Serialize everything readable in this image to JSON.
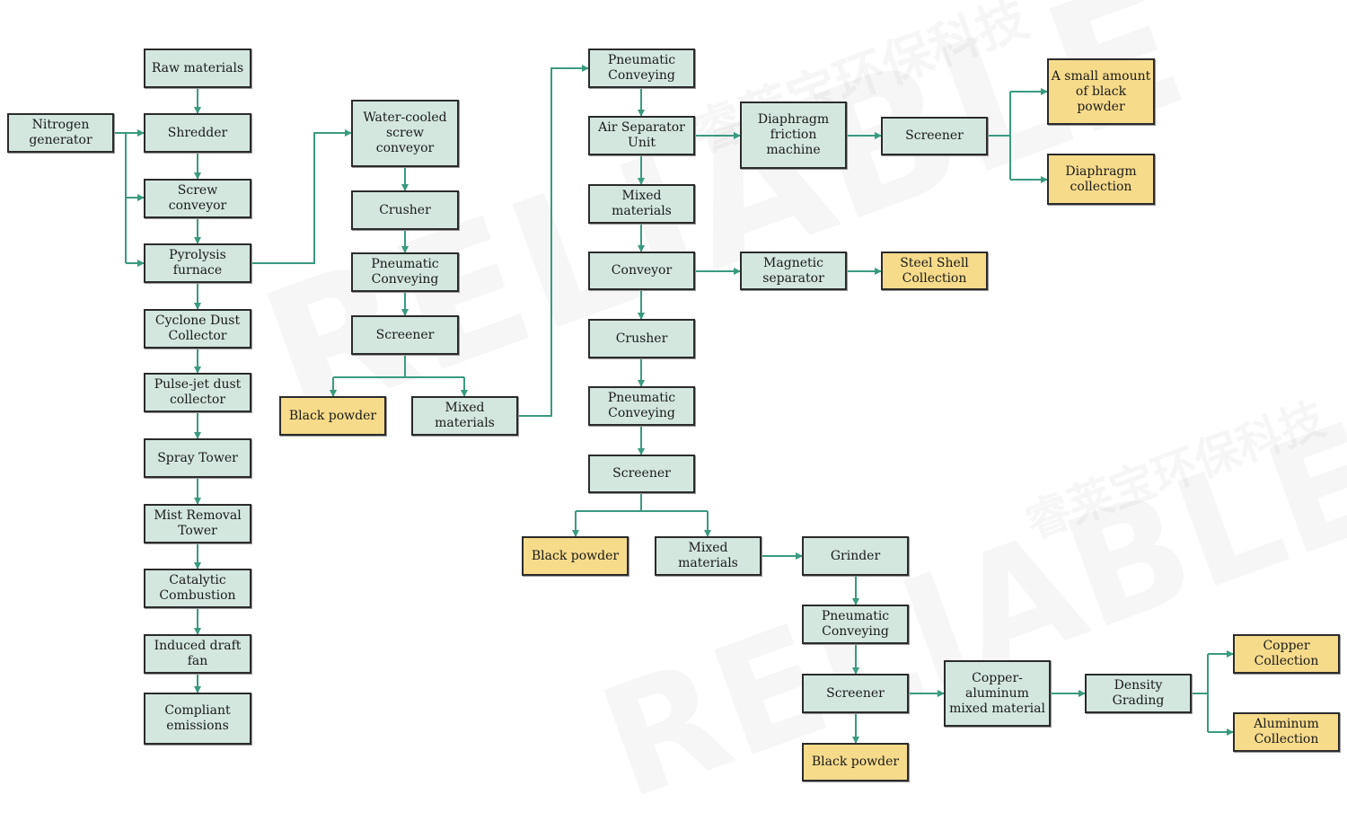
{
  "watermark": {
    "text": "RELIABLE",
    "subtext": "睿莱宝环保科技"
  },
  "colors": {
    "process": "#d3e7df",
    "output": "#f6db8b",
    "arrow": "#3a9a80",
    "border": "#2b2b2b"
  },
  "nodes": [
    {
      "id": "raw",
      "label": "Raw materials",
      "kind": "process"
    },
    {
      "id": "nitrogen",
      "label": "Nitrogen\ngenerator",
      "kind": "process"
    },
    {
      "id": "shredder",
      "label": "Shredder",
      "kind": "process"
    },
    {
      "id": "screwconv",
      "label": "Screw\nconveyor",
      "kind": "process"
    },
    {
      "id": "pyrolysis",
      "label": "Pyrolysis\nfurnace",
      "kind": "process"
    },
    {
      "id": "cyclone",
      "label": "Cyclone Dust\nCollector",
      "kind": "process"
    },
    {
      "id": "pulse",
      "label": "Pulse-jet dust\ncollector",
      "kind": "process"
    },
    {
      "id": "spray",
      "label": "Spray Tower",
      "kind": "process"
    },
    {
      "id": "mist",
      "label": "Mist Removal\nTower",
      "kind": "process"
    },
    {
      "id": "catalytic",
      "label": "Catalytic\nCombustion",
      "kind": "process"
    },
    {
      "id": "induced",
      "label": "Induced draft\nfan",
      "kind": "process"
    },
    {
      "id": "compliant",
      "label": "Compliant\nemissions",
      "kind": "process"
    },
    {
      "id": "water",
      "label": "Water-cooled\nscrew\nconveyor",
      "kind": "process"
    },
    {
      "id": "crusher1",
      "label": "Crusher",
      "kind": "process"
    },
    {
      "id": "pneu1",
      "label": "Pneumatic\nConveying",
      "kind": "process"
    },
    {
      "id": "screener1",
      "label": "Screener",
      "kind": "process"
    },
    {
      "id": "black1",
      "label": "Black powder",
      "kind": "output"
    },
    {
      "id": "mixed1",
      "label": "Mixed materials",
      "kind": "process"
    },
    {
      "id": "pneu2",
      "label": "Pneumatic\nConveying",
      "kind": "process"
    },
    {
      "id": "airsep",
      "label": "Air Separator\nUnit",
      "kind": "process"
    },
    {
      "id": "diaphragm",
      "label": "Diaphragm\nfriction\nmachine",
      "kind": "process"
    },
    {
      "id": "screener2",
      "label": "Screener",
      "kind": "process"
    },
    {
      "id": "smallblack",
      "label": "A small amount\nof black\npowder",
      "kind": "output"
    },
    {
      "id": "diacoll",
      "label": "Diaphragm\ncollection",
      "kind": "output"
    },
    {
      "id": "mixed2",
      "label": "Mixed materials",
      "kind": "process"
    },
    {
      "id": "conveyor",
      "label": "Conveyor",
      "kind": "process"
    },
    {
      "id": "magnetic",
      "label": "Magnetic\nseparator",
      "kind": "process"
    },
    {
      "id": "steel",
      "label": "Steel Shell\nCollection",
      "kind": "output"
    },
    {
      "id": "crusher2",
      "label": "Crusher",
      "kind": "process"
    },
    {
      "id": "pneu3",
      "label": "Pneumatic\nConveying",
      "kind": "process"
    },
    {
      "id": "screener3",
      "label": "Screener",
      "kind": "process"
    },
    {
      "id": "black2",
      "label": "Black powder",
      "kind": "output"
    },
    {
      "id": "mixed3",
      "label": "Mixed materials",
      "kind": "process"
    },
    {
      "id": "grinder",
      "label": "Grinder",
      "kind": "process"
    },
    {
      "id": "pneu4",
      "label": "Pneumatic\nConveying",
      "kind": "process"
    },
    {
      "id": "screener4",
      "label": "Screener",
      "kind": "process"
    },
    {
      "id": "black3",
      "label": "Black powder",
      "kind": "output"
    },
    {
      "id": "cual",
      "label": "Copper-\naluminum\nmixed material",
      "kind": "process"
    },
    {
      "id": "density",
      "label": "Density Grading",
      "kind": "process"
    },
    {
      "id": "copper",
      "label": "Copper\nCollection",
      "kind": "output"
    },
    {
      "id": "aluminum",
      "label": "Aluminum\nCollection",
      "kind": "output"
    }
  ]
}
